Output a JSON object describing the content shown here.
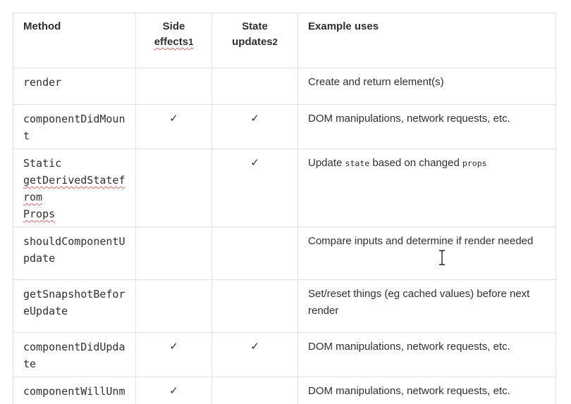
{
  "table": {
    "headers": {
      "method": "Method",
      "side_effects": "Side",
      "side_effects_2": "effects",
      "side_effects_note": "1",
      "state_updates": "State",
      "state_updates_2": "updates",
      "state_updates_note": "2",
      "example_uses": "Example uses"
    },
    "rows": [
      {
        "method": "render",
        "side_effects": "",
        "state_updates": "",
        "uses": "Create and return element(s)"
      },
      {
        "method": "componentDidMount",
        "side_effects": "✓",
        "state_updates": "✓",
        "uses": "DOM manipulations, network requests, etc."
      },
      {
        "method_1": "Static",
        "method_2": "getDerivedStatefrom",
        "method_3": "Props",
        "side_effects": "",
        "state_updates": "✓",
        "uses_1": "Update ",
        "uses_code_1": "state",
        "uses_2": " based on changed ",
        "uses_code_2": "props"
      },
      {
        "method": "shouldComponentUpdate",
        "side_effects": "",
        "state_updates": "",
        "uses": "Compare inputs and determine if render needed"
      },
      {
        "method": "getSnapshotBeforeUpdate",
        "side_effects": "",
        "state_updates": "",
        "uses": "Set/reset things (eg cached values) before next render"
      },
      {
        "method": "componentDidUpdate",
        "side_effects": "✓",
        "state_updates": "✓",
        "uses": "DOM manipulations, network requests, etc."
      },
      {
        "method": "componentWillUnmount",
        "side_effects": "✓",
        "state_updates": "",
        "uses": "DOM manipulations, network requests, etc."
      }
    ]
  },
  "cursor": {
    "icon": "text-cursor-icon"
  }
}
